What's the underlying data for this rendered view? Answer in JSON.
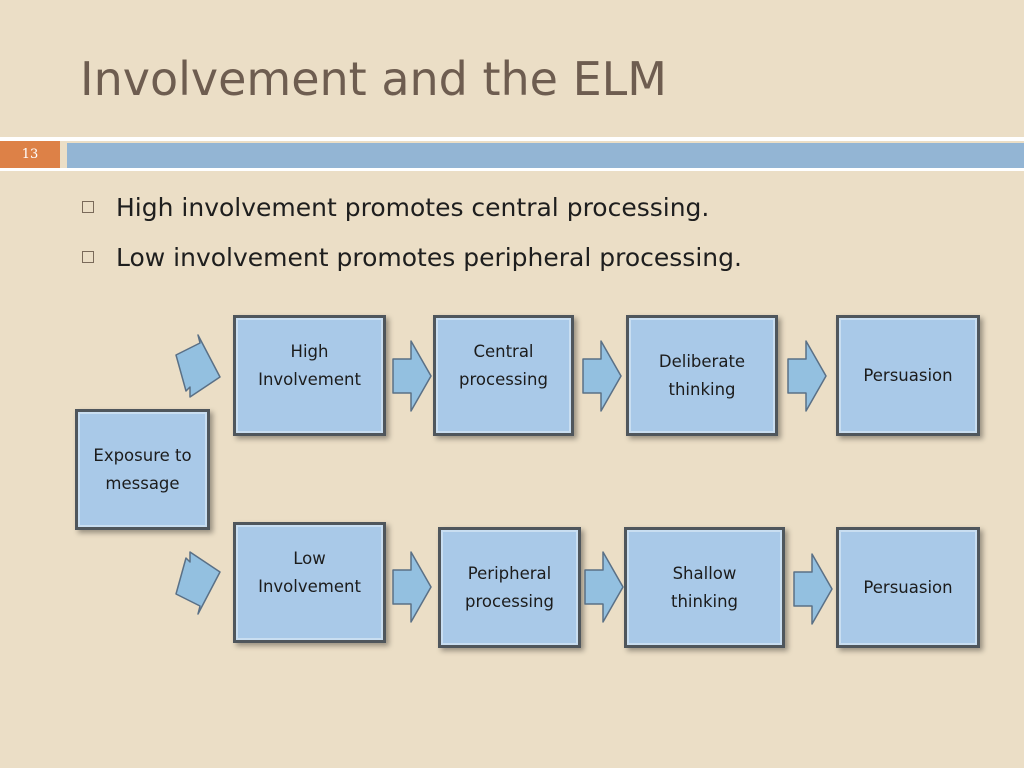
{
  "slide": {
    "title": "Involvement and the ELM",
    "number": "13"
  },
  "bullets": [
    "High involvement promotes central processing.",
    "Low involvement promotes peripheral processing."
  ],
  "diagram": {
    "start": "Exposure to\nmessage",
    "high_path": [
      "High\nInvolvement",
      "Central\nprocessing",
      "Deliberate\nthinking",
      "Persuasion"
    ],
    "low_path": [
      "Low\nInvolvement",
      "Peripheral\nprocessing",
      "Shallow\nthinking",
      "Persuasion"
    ]
  },
  "colors": {
    "background": "#ebdec6",
    "title": "#6e5d50",
    "accent_orange": "#dd8147",
    "accent_blue": "#93b5d4",
    "box_fill": "#a9c9e8",
    "box_border": "#4f565c",
    "arrow_fill": "#93c0e0"
  }
}
